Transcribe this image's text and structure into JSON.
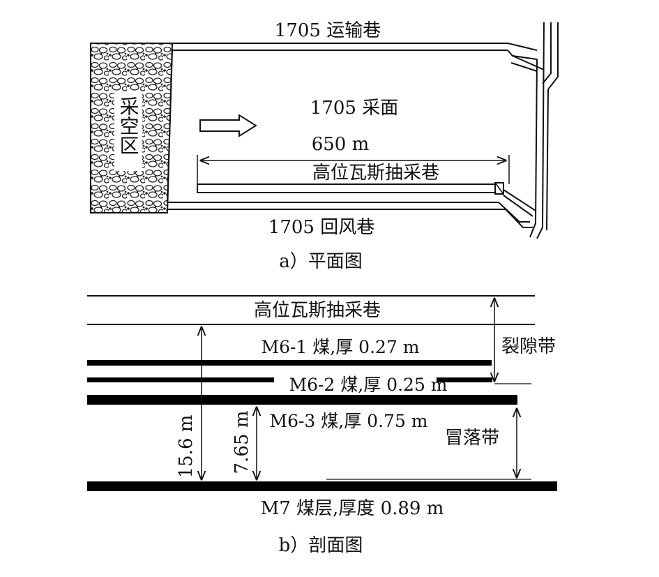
{
  "plan": {
    "title": "1705 运输巷",
    "goaf": "采空区",
    "face": "1705 采面",
    "length": "650 m",
    "drainage_roadway": "高位瓦斯抽采巷",
    "return_airway": "1705 回风巷",
    "caption": "a）平面图"
  },
  "section": {
    "roadway": "高位瓦斯抽采巷",
    "fracture_zone": "裂隙带",
    "seam1": "M6-1 煤,厚 0.27 m",
    "seam2": "M6-2 煤,厚 0.25 m",
    "seam3": "M6-3 煤,厚 0.75 m",
    "caving_zone": "冒落带",
    "dim1": "15.6 m",
    "dim2": "7.65 m",
    "seam7": "M7 煤层,厚度 0.89 m",
    "caption": "b）剖面图"
  }
}
